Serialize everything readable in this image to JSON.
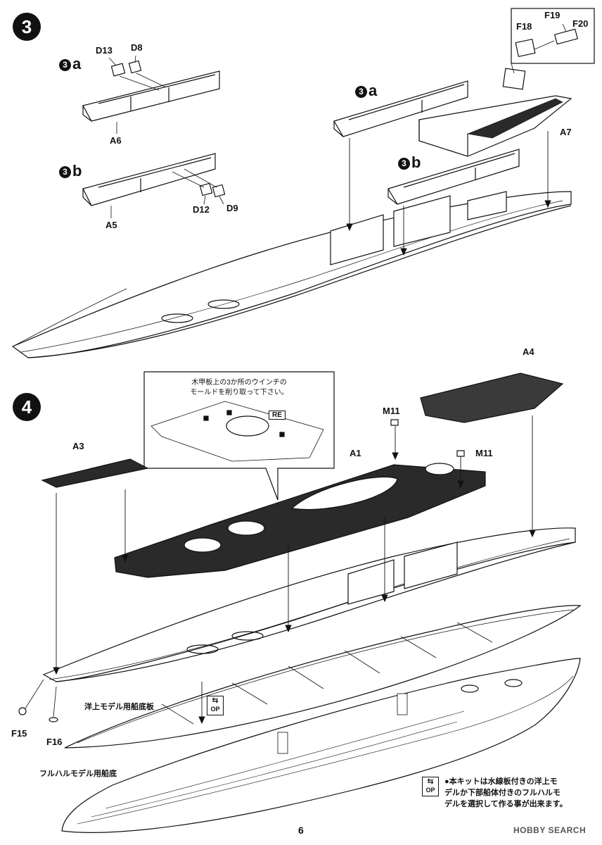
{
  "page_number": "6",
  "watermark": "HOBBY SEARCH",
  "step3": {
    "number": "3",
    "sub_a": "a",
    "sub_b": "b",
    "parts": {
      "D13": "D13",
      "D8": "D8",
      "A6": "A6",
      "D12": "D12",
      "D9": "D9",
      "A5": "A5",
      "F18": "F18",
      "F19": "F19",
      "F20": "F20",
      "A7": "A7"
    }
  },
  "step4": {
    "number": "4",
    "parts": {
      "A3": "A3",
      "A1": "A1",
      "A4": "A4",
      "M11a": "M11",
      "M11b": "M11",
      "F15": "F15",
      "F16": "F16"
    },
    "callout_note": "木甲板上の3か所のウインチの\nモールドを削り取って下さい。",
    "re_tag": "RE",
    "waterline_label": "洋上モデル用船底板",
    "fullhull_label": "フルハルモデル用船底",
    "op_text": "OP",
    "footnote": "●本キットは水線板付きの洋上モ\nデルか下部船体付きのフルハルモ\nデルを選択して作る事が出来ます。"
  },
  "colors": {
    "ink": "#111111",
    "paper": "#ffffff",
    "deck": "#2a2a2a"
  }
}
